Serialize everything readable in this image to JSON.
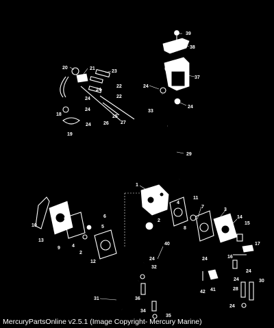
{
  "caption": "MercuryPartsOnline v2.5.1 (Image Copyright- Mercury Marine)",
  "callouts": [
    "39",
    "38",
    "37",
    "24",
    "24",
    "20",
    "21",
    "23",
    "24",
    "22",
    "22",
    "24",
    "33",
    "24",
    "18",
    "24",
    "25",
    "26",
    "27",
    "19",
    "29",
    "1",
    "11",
    "2",
    "4",
    "7",
    "3",
    "10",
    "13",
    "5",
    "6",
    "9",
    "8",
    "12",
    "14",
    "15",
    "16",
    "17",
    "40",
    "4",
    "2",
    "24",
    "32",
    "31",
    "36",
    "34",
    "35",
    "24",
    "41",
    "42",
    "24",
    "28",
    "30",
    "24",
    "24"
  ]
}
